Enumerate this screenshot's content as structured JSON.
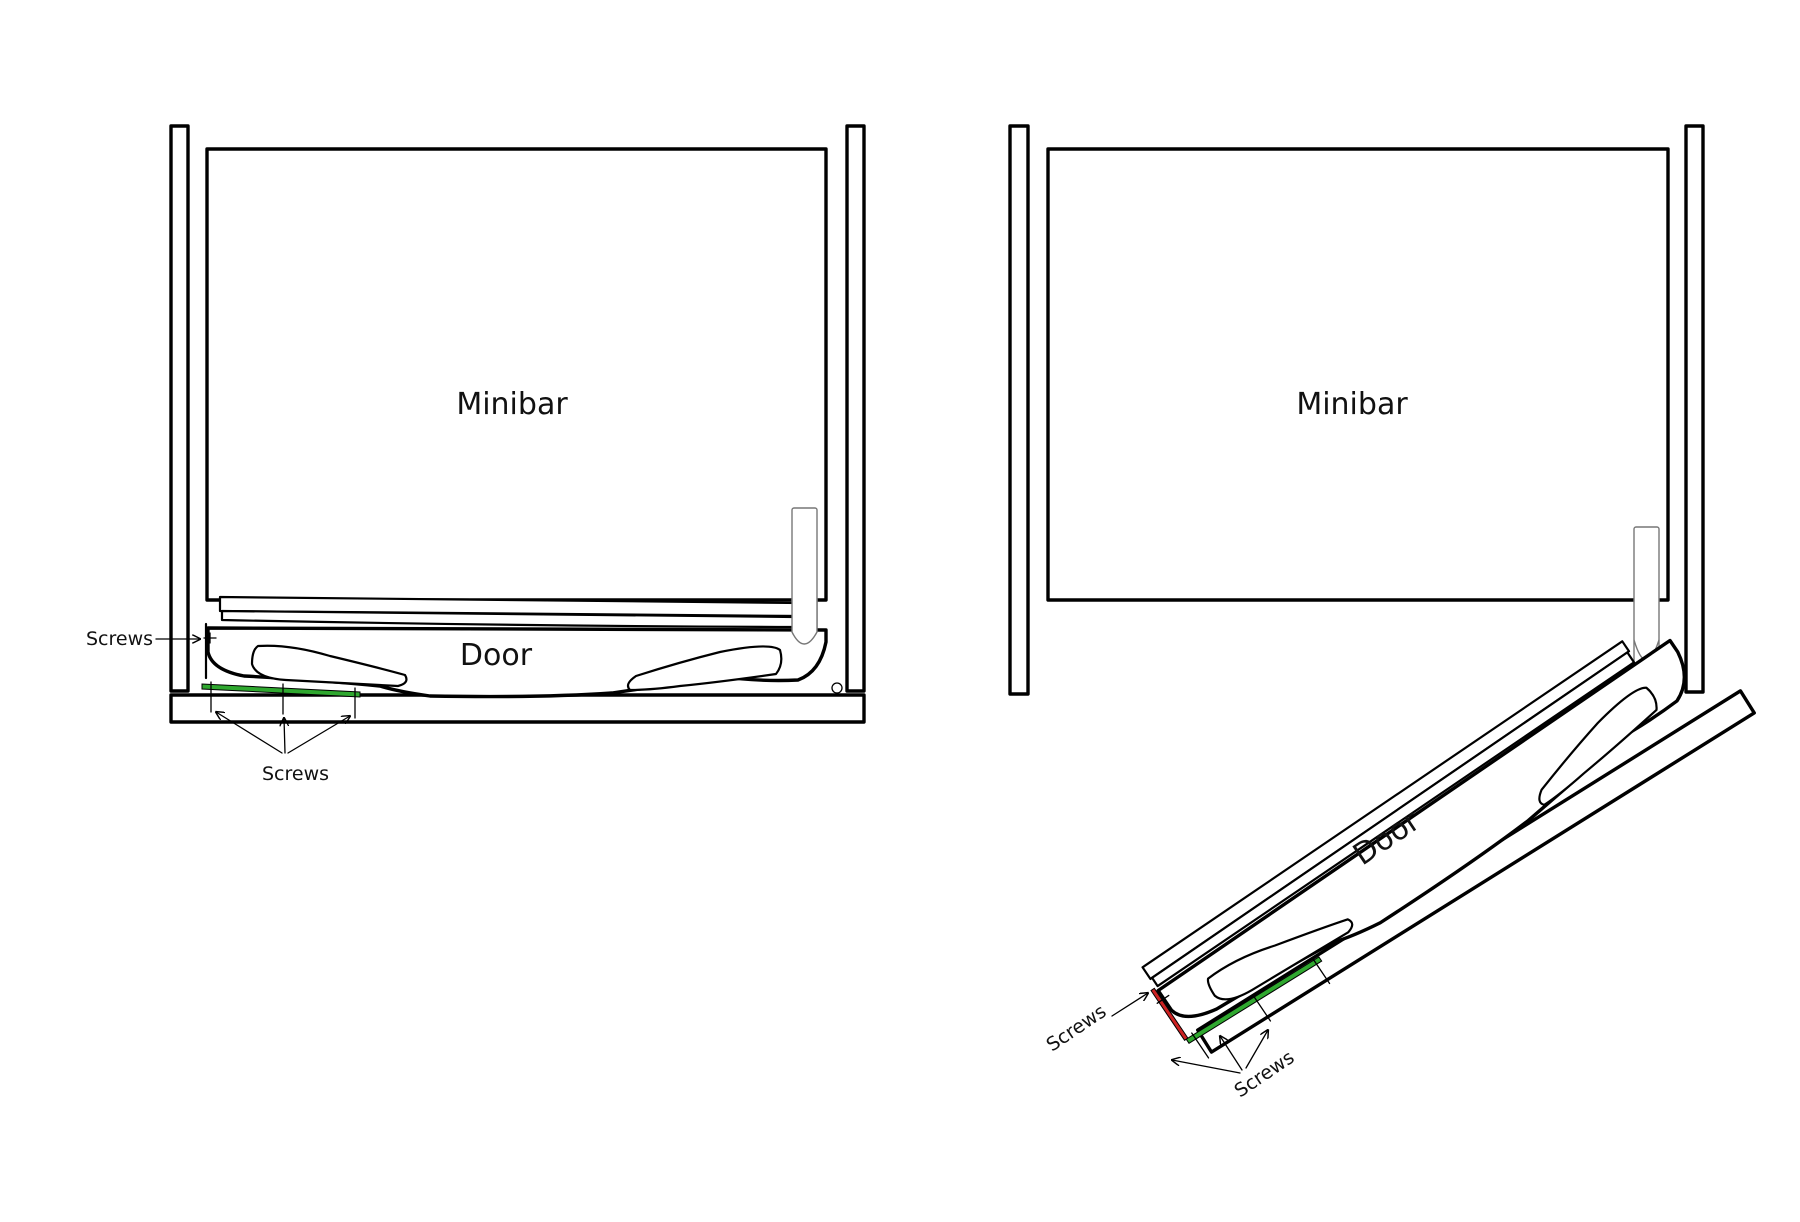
{
  "left_view": {
    "box_label": "Minibar",
    "door_label": "Door",
    "side_screws_label": "Screws",
    "bottom_screws_label": "Screws"
  },
  "right_view": {
    "box_label": "Minibar",
    "door_label": "Door",
    "side_screws_label": "Screws",
    "bottom_screws_label": "Screws"
  },
  "colors": {
    "outline": "#000000",
    "bracket": "#2fa82f",
    "red_plate": "#cc2222",
    "background": "#ffffff"
  }
}
